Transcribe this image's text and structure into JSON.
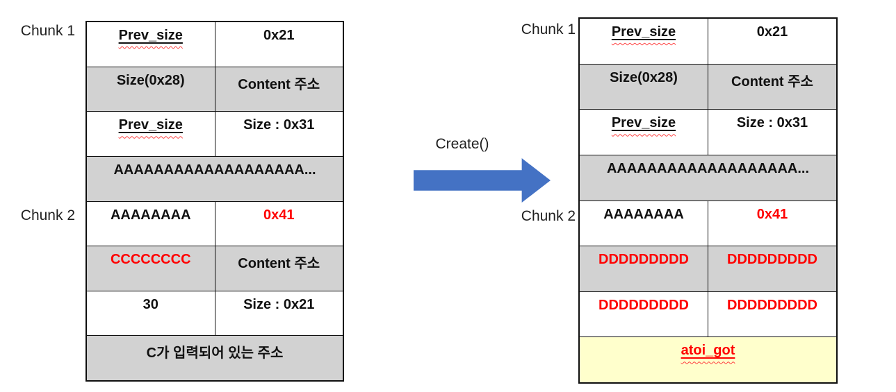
{
  "colors": {
    "row_gray": "#d2d2d2",
    "row_yellow": "#ffffcc",
    "highlight_red": "#ff0000",
    "arrow_blue": "#4472c4",
    "border_black": "#0f0f0f"
  },
  "arrow": {
    "label": "Create()"
  },
  "left_table": {
    "chunk1_label": "Chunk 1",
    "chunk2_label": "Chunk 2",
    "rows": [
      {
        "c0": "Prev_size",
        "c1": "0x21"
      },
      {
        "c0": "Size(0x28)",
        "c1": "Content 주소"
      },
      {
        "c0": "Prev_size",
        "c1": "Size : 0x31"
      },
      {
        "span": "AAAAAAAAAAAAAAAAAAA..."
      },
      {
        "c0": "AAAAAAAA",
        "c1": "0x41"
      },
      {
        "c0": "CCCCCCCC",
        "c1": "Content 주소"
      },
      {
        "c0": "30",
        "c1": "Size : 0x21"
      },
      {
        "span": "C가 입력되어 있는 주소"
      }
    ]
  },
  "right_table": {
    "chunk1_label": "Chunk 1",
    "chunk2_label": "Chunk 2",
    "rows": [
      {
        "c0": "Prev_size",
        "c1": "0x21"
      },
      {
        "c0": "Size(0x28)",
        "c1": "Content 주소"
      },
      {
        "c0": "Prev_size",
        "c1": "Size : 0x31"
      },
      {
        "span": "AAAAAAAAAAAAAAAAAAA..."
      },
      {
        "c0": "AAAAAAAA",
        "c1": "0x41"
      },
      {
        "c0": "DDDDDDDDD",
        "c1": "DDDDDDDDD"
      },
      {
        "c0": "DDDDDDDDD",
        "c1": "DDDDDDDDD"
      },
      {
        "span": "atoi_got"
      }
    ]
  }
}
